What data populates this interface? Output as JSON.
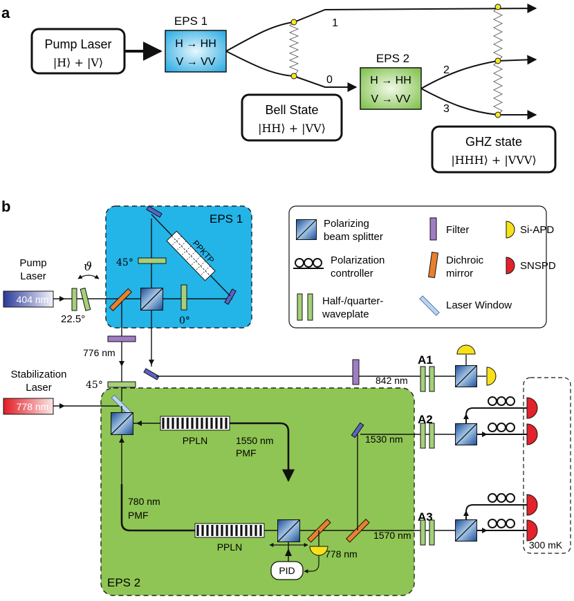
{
  "panel_a": {
    "label": "a",
    "pump_laser": {
      "title": "Pump Laser",
      "state": "|H⟩ + |V⟩"
    },
    "eps1": {
      "title": "EPS 1",
      "line1": "H → HH",
      "line2": "V → VV"
    },
    "eps2": {
      "title": "EPS 2",
      "line1": "H → HH",
      "line2": "V → VV"
    },
    "modes": {
      "m1": "1",
      "m0": "0",
      "m2": "2",
      "m3": "3"
    },
    "bell_state": {
      "title": "Bell State",
      "state": "|HH⟩ + |VV⟩"
    },
    "ghz_state": {
      "title": "GHZ state",
      "state": "|HHH⟩ + |VVV⟩"
    }
  },
  "panel_b": {
    "label": "b",
    "eps1_label": "EPS 1",
    "eps2_label": "EPS 2",
    "pump": {
      "line1": "Pump",
      "line2": "Laser",
      "wavelength": "404 nm"
    },
    "theta": "ϑ",
    "angle_22": "22.5°",
    "angle_45_eps1": "45°",
    "angle_0": "0°",
    "ppktp": "PPKTP",
    "nm776": "776 nm",
    "angle_45_stab": "45°",
    "stab": {
      "line1": "Stabilization",
      "line2": "Laser",
      "wavelength": "778 nm"
    },
    "nm842": "842 nm",
    "a1": "A1",
    "a2": "A2",
    "a3": "A3",
    "ppln_top": "PPLN",
    "ppln_bottom": "PPLN",
    "nm1550": "1550 nm",
    "pmf_top": "PMF",
    "nm780": "780 nm",
    "pmf_left": "PMF",
    "nm1530": "1530 nm",
    "nm1570": "1570 nm",
    "nm778": "778 nm",
    "pid": "PID",
    "mk300": "300 mK",
    "legend": {
      "pbs1": "Polarizing",
      "pbs2": "beam splitter",
      "filter": "Filter",
      "siapd": "Si-APD",
      "pc1": "Polarization",
      "pc2": "controller",
      "dm1": "Dichroic",
      "dm2": "mirror",
      "snspd": "SNSPD",
      "wp1": "Half-/quarter-",
      "wp2": "waveplate",
      "lw": "Laser Window"
    }
  },
  "colors": {
    "eps1_fill": "#23b4e8",
    "eps2_fill": "#8fc554",
    "waveplate": "#a6d07a",
    "filter": "#a07cc5",
    "dichroic": "#e8802f",
    "siapd": "#f7e11a",
    "snspd": "#e2232c",
    "pbs": "#2f6fb5",
    "yellow_node": "#f4ea22"
  }
}
